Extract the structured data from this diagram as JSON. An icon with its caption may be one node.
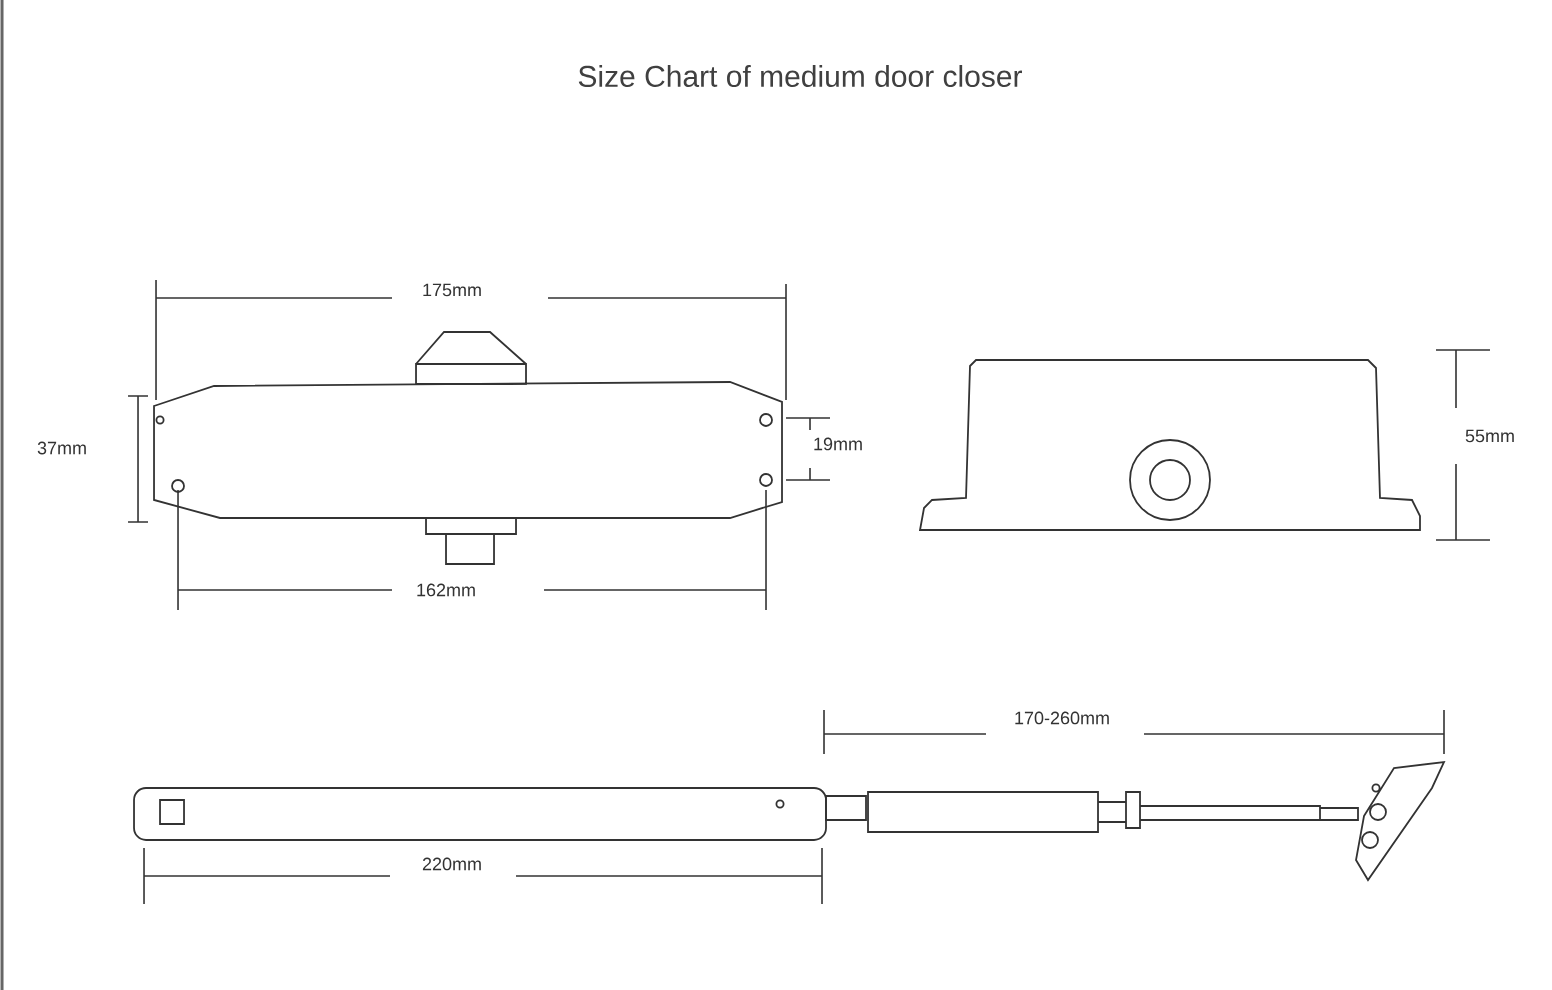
{
  "diagram": {
    "title": "Size Chart of medium door closer",
    "labels": [
      "175mm",
      "37mm",
      "19mm",
      "162mm",
      "55mm",
      "170-260mm",
      "220mm"
    ]
  }
}
